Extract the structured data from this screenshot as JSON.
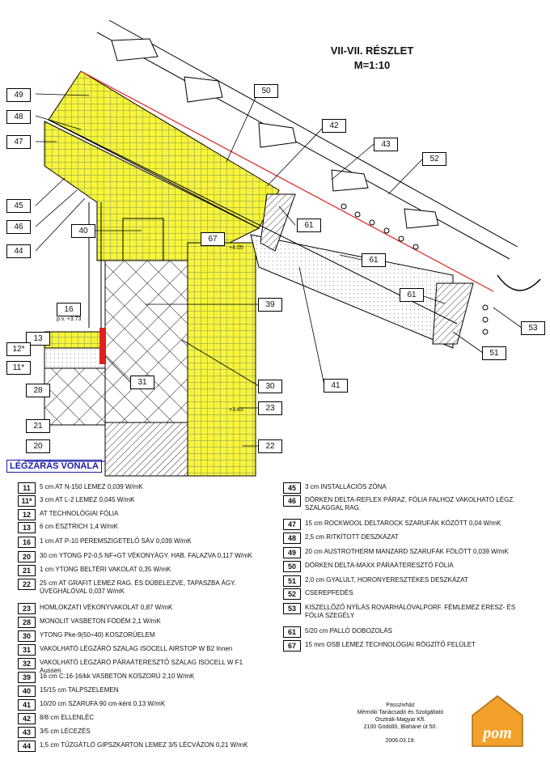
{
  "title": {
    "line1": "VII-VII. RÉSZLET",
    "line2": "M=1:10"
  },
  "labels": {
    "l49": "49",
    "l48": "48",
    "l47": "47",
    "l45": "45",
    "l46": "46",
    "l44": "44",
    "l40": "40",
    "l16": "16",
    "l13": "13",
    "l12": "12*",
    "l11": "11*",
    "l28": "28",
    "l21": "21",
    "l20": "20",
    "l50": "50",
    "l42": "42",
    "l43": "43",
    "l52": "52",
    "l61a": "61",
    "l61b": "61",
    "l61c": "61",
    "l67": "67",
    "l39": "39",
    "l41": "41",
    "l30": "30",
    "l23": "23",
    "l22": "22",
    "l31": "31",
    "l51": "51",
    "l53": "53"
  },
  "levels": {
    "pv": "p.v. +3.73",
    "lv1": "+4.05",
    "lv2": "+3.45"
  },
  "legzaras": "LÉGZÁRÁS VONALA",
  "legend_left": [
    {
      "n": "11",
      "t": "5 cm AT N-150 LEMEZ 0,039 W/mK"
    },
    {
      "n": "11*",
      "t": "3 cm AT L-2 LEMEZ 0,045 W/mK"
    },
    {
      "n": "12",
      "t": "AT TECHNOLÓGIAI FÓLIA"
    },
    {
      "n": "13",
      "t": "6 cm ESZTRICH 1,4 W/mK"
    },
    {
      "n": "16",
      "t": "1 cm AT P-10 PEREMSZIGETELŐ SÁV 0,039 W/mK"
    },
    {
      "n": "20",
      "t": "30 cm YTONG P2-0,5 NF+GT VÉKONYÁGY. HAB. FALAZVA 0,117 W/mK"
    },
    {
      "n": "21",
      "t": "1 cm YTONG BELTÉRI VAKOLAT 0,35 W/mK"
    },
    {
      "n": "22",
      "t": "25 cm AT GRAFIT LEMEZ RAG. ÉS DÜBELEZVE, TAPASZBA ÁGY. ÜVEGHÁLÓVAL 0,037 W/mK"
    },
    {
      "n": "23",
      "t": "HOMLOKZATI VÉKONYVAKOLAT 0,87 W/mK"
    },
    {
      "n": "28",
      "t": "MONOLIT VASBETON FÖDÉM 2,1 W/mK"
    },
    {
      "n": "30",
      "t": "YTONG Pke-9(50÷40) KOSZORÚELEM"
    },
    {
      "n": "31",
      "t": "VAKOLHATÓ LÉGZÁRÓ SZALAG ISOCELL AIRSTOP W B2 Innen"
    },
    {
      "n": "32",
      "t": "VAKOLHATÓ LÉGZÁRÓ PÁRAÁTERESZTŐ SZALAG ISOCELL W F1 Aussen"
    },
    {
      "n": "39",
      "t": "16 cm C.16-16/kk VASBETON KOSZORÚ 2,10 W/mK"
    },
    {
      "n": "40",
      "t": "15/15 cm TALPSZELEMEN"
    },
    {
      "n": "41",
      "t": "10/20 cm SZARUFA 90 cm-ként 0,13 W/mK"
    },
    {
      "n": "42",
      "t": "8/8 cm ELLENLÉC"
    },
    {
      "n": "43",
      "t": "3/5 cm LÉCEZÉS"
    },
    {
      "n": "44",
      "t": "1,5 cm TŰZGÁTLÓ GIPSZKARTON LEMEZ 3/5 LÉCVÁZON 0,21 W/mK"
    }
  ],
  "legend_right": [
    {
      "n": "45",
      "t": "3 cm INSTALLÁCIÓS ZÓNA"
    },
    {
      "n": "46",
      "t": "DÖRKEN DELTA-REFLEX PÁRAZ. FÓLIA FALHOZ VAKOLHATÓ LÉGZ. SZALAGGAL RAG."
    },
    {
      "n": "47",
      "t": "15 cm ROCKWOOL DELTAROCK SZARUFÁK KÖZÖTT 0,04 W/mK"
    },
    {
      "n": "48",
      "t": "2,5 cm RITKÍTOTT DESZKÁZAT"
    },
    {
      "n": "49",
      "t": "20 cm AUSTROTHERM MANZARD SZARUFÁK FÖLÖTT 0,039 W/mK"
    },
    {
      "n": "50",
      "t": "DÖRKEN DELTA-MAXX PÁRAÁTERESZTŐ FÓLIA"
    },
    {
      "n": "51",
      "t": "2,0 cm GYALULT, HORONYERESZTÉKES DESZKÁZAT"
    },
    {
      "n": "52",
      "t": "CSEREPFEDÉS"
    },
    {
      "n": "53",
      "t": "KISZELLŐZŐ NYÍLÁS ROVARHÁLÓVALPORF. FÉMLEMEZ ERESZ- ÉS FÓLIA SZEGÉLY"
    },
    {
      "n": "61",
      "t": "5/20 cm PALLÓ DOBOZOLÁS"
    },
    {
      "n": "67",
      "t": "15 mm OSB LEMEZ TECHNOLÓGIAI RÖGZÍTŐ FELÜLET"
    }
  ],
  "footer": {
    "l1": "Passzivház",
    "l2": "Mérnöki Tanácsadó és Szolgáltató",
    "l3": "Osztrák-Magyar Kft.",
    "l4": "2100 Gödöllő, Blaháné út 50.",
    "l5": "2006.03.19."
  },
  "logo_text": "pom",
  "colors": {
    "insulation": "#f5f53a",
    "grid": "#6b6b6b",
    "red": "#e02020",
    "ink": "#000000"
  }
}
